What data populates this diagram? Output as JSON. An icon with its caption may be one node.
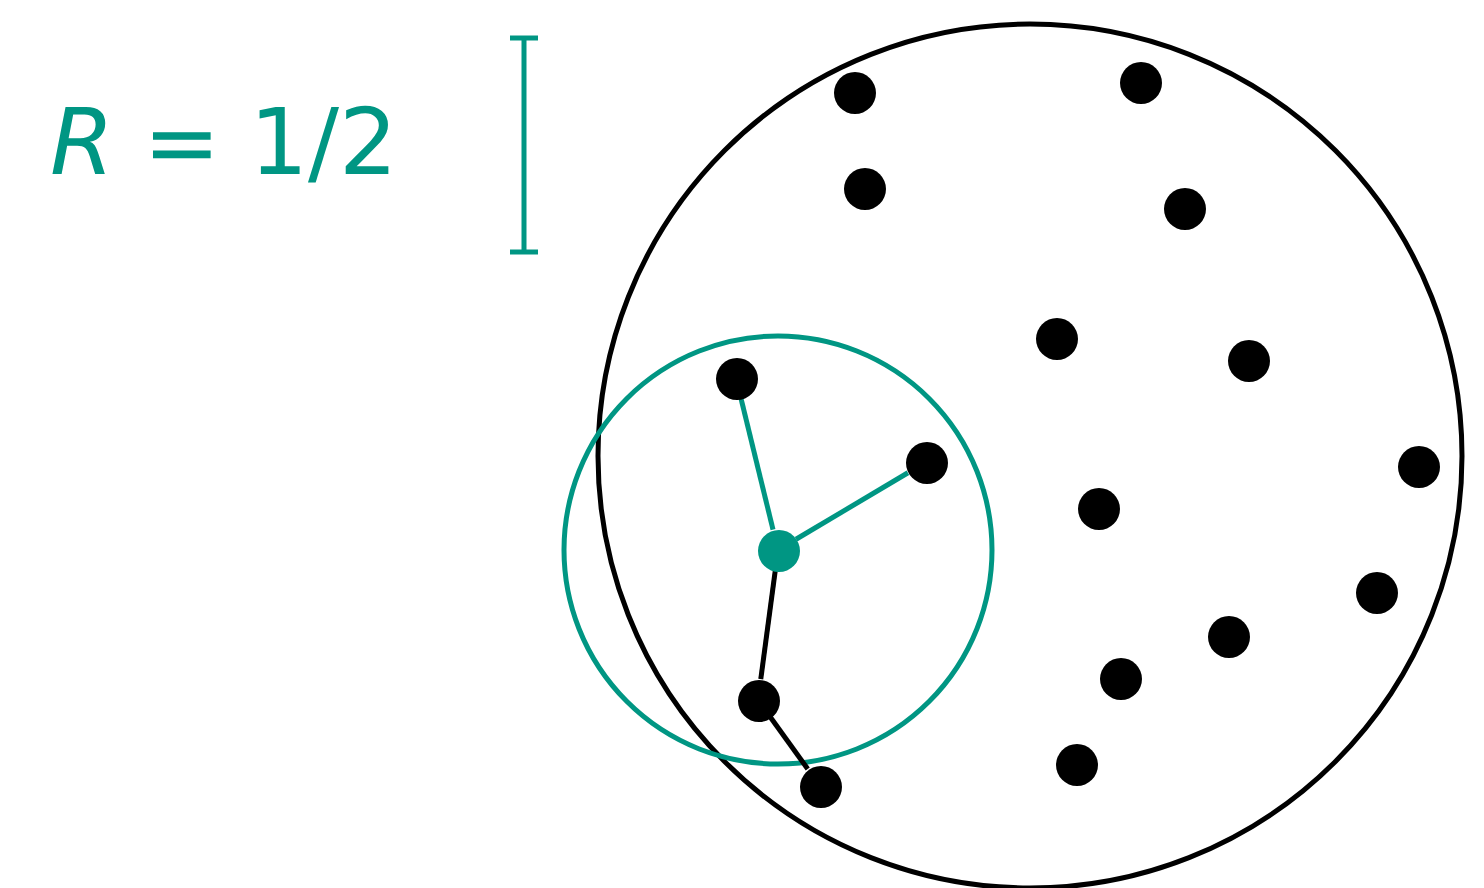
{
  "diagram": {
    "nodes": [
      {
        "text": [],
        "shape": "circle"
      },
      {
        "text": [],
        "shape": "circle"
      },
      {
        "text": [],
        "shape": "circle"
      },
      {
        "text": [],
        "shape": "circle"
      },
      {
        "text": [],
        "shape": "circle"
      },
      {
        "text": [],
        "shape": "circle"
      },
      {
        "text": [],
        "shape": "circle"
      },
      {
        "text": [],
        "shape": "circle"
      },
      {
        "text": [],
        "shape": "circle"
      },
      {
        "text": [],
        "shape": "circle"
      },
      {
        "text": [],
        "shape": "circle"
      },
      {
        "text": [],
        "shape": "circle"
      },
      {
        "text": [],
        "shape": "circle"
      },
      {
        "text": [],
        "shape": "circle"
      },
      {
        "text": [],
        "shape": "circle"
      },
      {
        "text": [],
        "shape": "circle"
      },
      {
        "text": [],
        "shape": "circle"
      }
    ],
    "edges": [
      {
        "from": 2,
        "to": 0,
        "arrow": "none",
        "color": "#009683"
      },
      {
        "from": 2,
        "to": 6,
        "arrow": "none",
        "color": "#009683"
      },
      {
        "from": 2,
        "to": 1,
        "arrow": "none",
        "color": "#000000"
      },
      {
        "from": 1,
        "to": 3,
        "arrow": "none",
        "color": "#000000"
      }
    ],
    "labels": [
      "*R* = 1/2"
    ]
  }
}
